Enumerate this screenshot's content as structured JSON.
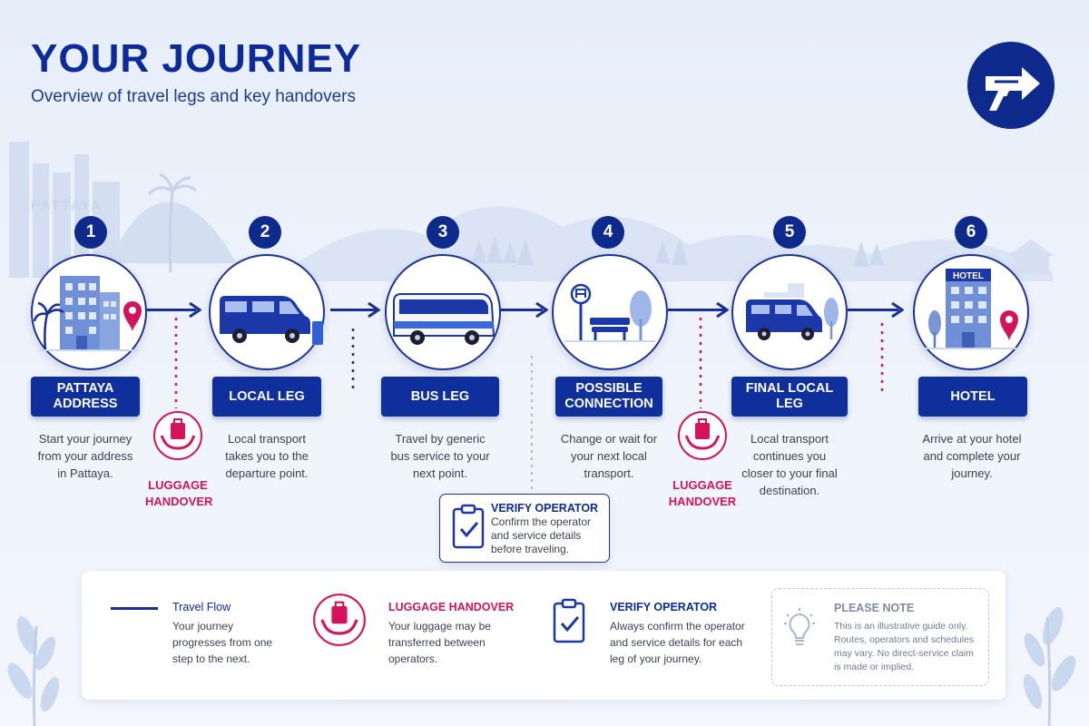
{
  "header": {
    "title": "YOUR JOURNEY",
    "subtitle": "Overview of travel legs and key handovers",
    "city_label": "PATTAYA"
  },
  "steps": [
    {
      "number": "1",
      "label": "PATTAYA ADDRESS",
      "description": "Start your journey from your address in Pattaya.",
      "icon": "building-with-pin-icon"
    },
    {
      "number": "2",
      "label": "LOCAL LEG",
      "description": "Local transport takes you to the departure point.",
      "icon": "van-icon"
    },
    {
      "number": "3",
      "label": "BUS LEG",
      "description": "Travel by generic bus service to your next point.",
      "icon": "bus-icon"
    },
    {
      "number": "4",
      "label": "POSSIBLE CONNECTION",
      "description": "Change or wait for your next local transport.",
      "icon": "bus-stop-icon"
    },
    {
      "number": "5",
      "label": "FINAL LOCAL LEG",
      "description": "Local transport continues you closer to your final destination.",
      "icon": "van-icon"
    },
    {
      "number": "6",
      "label": "HOTEL",
      "description": "Arrive at your hotel and complete your journey.",
      "icon": "hotel-icon"
    }
  ],
  "hotel_sign": "HOTEL",
  "handovers": [
    {
      "text": "LUGGAGE HANDOVER"
    },
    {
      "text": "LUGGAGE HANDOVER"
    }
  ],
  "verify": {
    "title": "VERIFY OPERATOR",
    "text": "Confirm the operator and service details before traveling."
  },
  "legend": {
    "travel_flow": {
      "title": "Travel Flow",
      "text": "Your journey progresses from one step to the next."
    },
    "luggage": {
      "title": "LUGGAGE HANDOVER",
      "text": "Your luggage may be transferred between operators."
    },
    "verify": {
      "title": "VERIFY OPERATOR",
      "text": "Always confirm the operator and service details for each leg of your journey."
    },
    "note": {
      "title": "PLEASE NOTE",
      "text": "This is an illustrative guide only. Routes, operators and schedules may vary. No direct-service claim is made or implied."
    }
  },
  "colors": {
    "navy": "#0e2a8d",
    "magenta": "#d4145a",
    "background": "#eef3fb"
  }
}
